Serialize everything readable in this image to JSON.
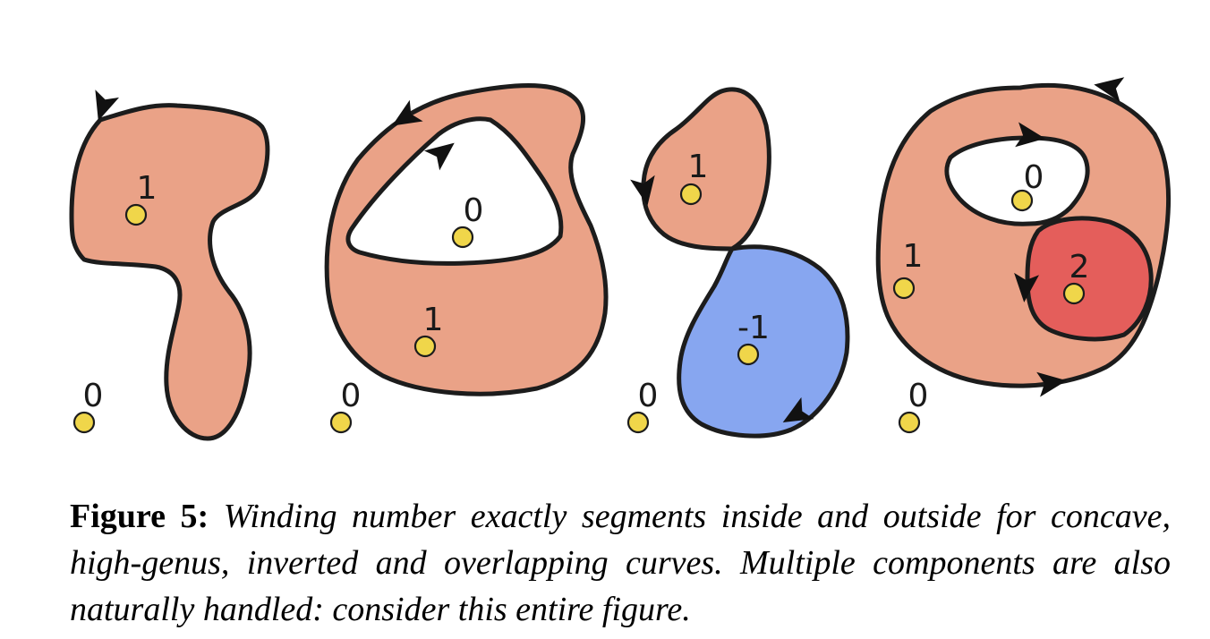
{
  "colors": {
    "winding_one": "#EAA287",
    "winding_two": "#E45E5B",
    "winding_negative_one": "#87A6F0",
    "probe_point": "#F0D64A",
    "outline": "#1C1C1C"
  },
  "panels": [
    {
      "id": "concave",
      "points": [
        {
          "label": "1",
          "value": 1
        },
        {
          "label": "0",
          "value": 0
        }
      ]
    },
    {
      "id": "high-genus",
      "points": [
        {
          "label": "0",
          "value": 0
        },
        {
          "label": "1",
          "value": 1
        },
        {
          "label": "0",
          "value": 0
        }
      ]
    },
    {
      "id": "inverted",
      "points": [
        {
          "label": "1",
          "value": 1
        },
        {
          "label": "-1",
          "value": -1
        },
        {
          "label": "0",
          "value": 0
        }
      ]
    },
    {
      "id": "overlapping",
      "points": [
        {
          "label": "0",
          "value": 0
        },
        {
          "label": "1",
          "value": 1
        },
        {
          "label": "2",
          "value": 2
        },
        {
          "label": "0",
          "value": 0
        }
      ]
    }
  ],
  "caption": {
    "label": "Figure 5:",
    "text": "Winding number exactly segments inside and outside for concave, high-genus, inverted and overlapping curves. Multiple components are also naturally handled: consider this entire figure."
  }
}
